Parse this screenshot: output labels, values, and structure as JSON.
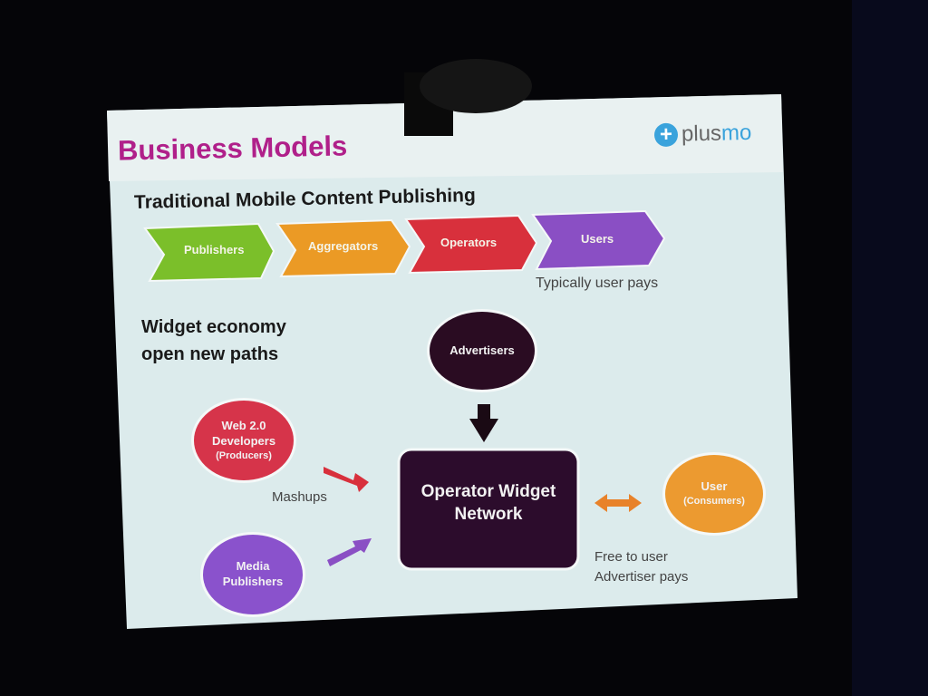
{
  "slide": {
    "title": "Business Models",
    "logo": {
      "part1": "plus",
      "part2": "mo",
      "icon": "plus-circle-icon"
    },
    "traditional": {
      "heading": "Traditional Mobile Content Publishing",
      "steps": [
        {
          "label": "Publishers",
          "color": "#7bbf2a"
        },
        {
          "label": "Aggregators",
          "color": "#eb9a25"
        },
        {
          "label": "Operators",
          "color": "#d8303c"
        },
        {
          "label": "Users",
          "color": "#8a4fc4"
        }
      ],
      "note": "Typically user pays"
    },
    "widget": {
      "heading_line1": "Widget economy",
      "heading_line2": "open new paths",
      "advertisers": "Advertisers",
      "developers": {
        "line1": "Web 2.0",
        "line2": "Developers",
        "line3": "(Producers)"
      },
      "media": {
        "line1": "Media",
        "line2": "Publishers"
      },
      "center_line1": "Operator Widget",
      "center_line2": "Network",
      "user": {
        "line1": "User",
        "line2": "(Consumers)"
      },
      "mashups": "Mashups",
      "free_line1": "Free to user",
      "free_line2": "Advertiser pays"
    }
  }
}
